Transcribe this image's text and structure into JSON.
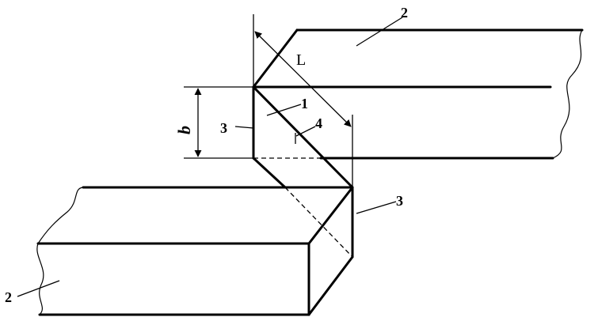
{
  "labels": {
    "part_1": "1",
    "part_2_top": "2",
    "part_2_bottom": "2",
    "part_3_left": "3",
    "part_3_right": "3",
    "part_4": "4",
    "dim_L": "L",
    "dim_b": "b"
  }
}
